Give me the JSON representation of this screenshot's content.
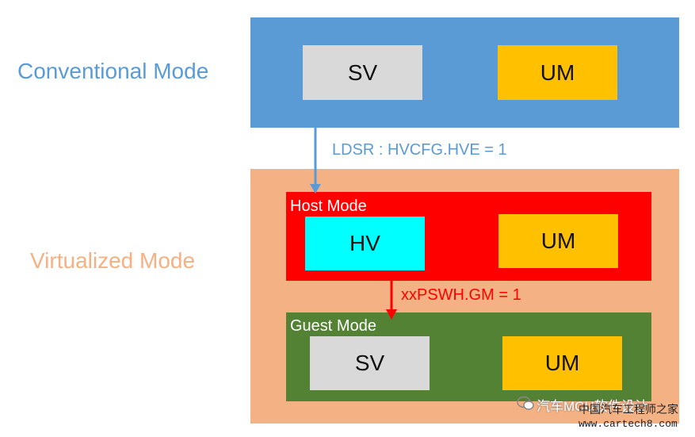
{
  "conventional": {
    "label": "Conventional Mode",
    "sv": "SV",
    "um": "UM"
  },
  "transition1": {
    "label": "LDSR : HVCFG.HVE = 1"
  },
  "virtualized": {
    "label": "Virtualized Mode",
    "host": {
      "title": "Host Mode",
      "hv": "HV",
      "um": "UM"
    },
    "transition2": {
      "label": "xxPSWH.GM = 1"
    },
    "guest": {
      "title": "Guest Mode",
      "sv": "SV",
      "um": "UM"
    }
  },
  "watermark": {
    "line1": "汽车MCU软件设计",
    "line2": "中国汽车工程师之家",
    "line3": "www.cartech8.com"
  },
  "colors": {
    "conventional_bg": "#5b9bd5",
    "conventional_text": "#5b9bd5",
    "virtualized_bg": "#f4b183",
    "virtualized_text": "#f4b183",
    "host_bg": "#ff0000",
    "guest_bg": "#548235",
    "sv_bg": "#d9d9d9",
    "um_bg": "#ffc000",
    "hv_bg": "#00ffff"
  }
}
